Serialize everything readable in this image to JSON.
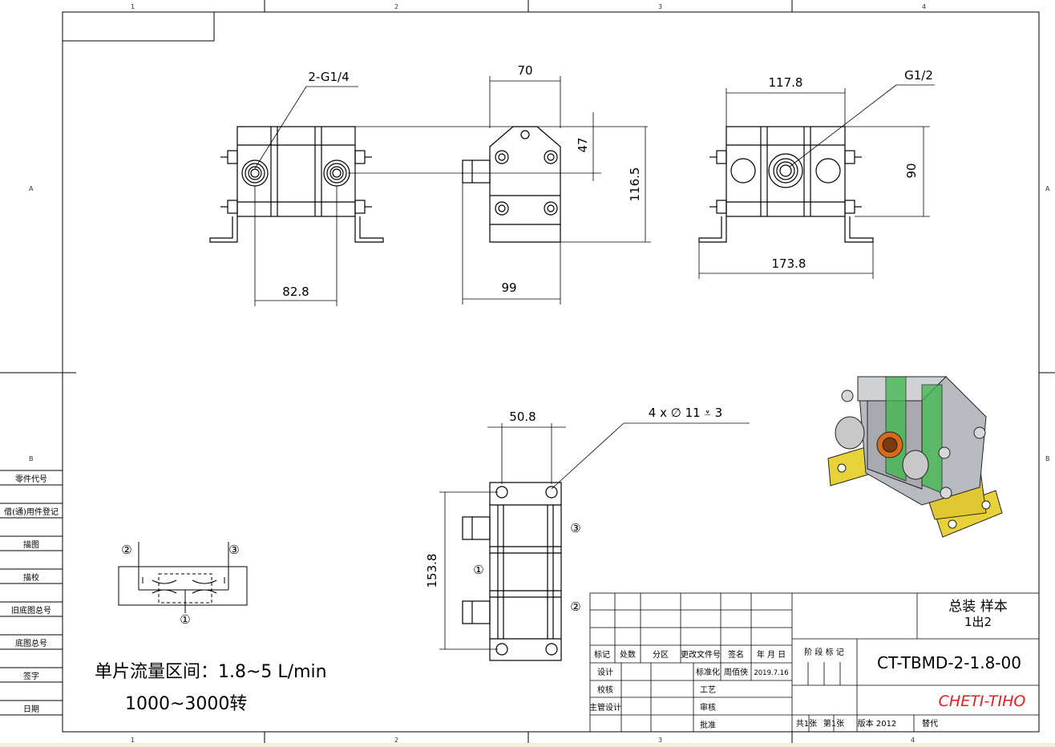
{
  "zone_columns": [
    "1",
    "2",
    "3",
    "4"
  ],
  "zone_rows": [
    "A",
    "B"
  ],
  "left_strip": {
    "labels": [
      "零件代号",
      "借(通)用件登记",
      "描图",
      "描校",
      "旧底图总号",
      "底图总号",
      "签字",
      "日期"
    ]
  },
  "views": {
    "front": {
      "callout": "2-G1/4",
      "dim_bottom": "82.8"
    },
    "side": {
      "dim_top": "70",
      "dim_47": "47",
      "dim_height": "116.5",
      "dim_bottom": "99"
    },
    "back": {
      "callout": "G1/2",
      "dim_top": "117.8",
      "dim_right": "90",
      "dim_bottom": "173.8"
    },
    "bottom": {
      "dim_top": "50.8",
      "callout": "4 x ∅ 11 ⩡ 3",
      "dim_left": "153.8",
      "mark_1": "①",
      "mark_2": "②",
      "mark_3": "③"
    }
  },
  "schematic": {
    "mark_1": "①",
    "mark_2": "②",
    "mark_3": "③"
  },
  "notes": {
    "line1": "单片流量区间：1.8~5 L/min",
    "line2": "1000~3000转"
  },
  "title_block": {
    "row_labels": [
      "标记",
      "处数",
      "分区",
      "更改文件号",
      "签名",
      "年 月 日"
    ],
    "design": "设计",
    "check": "校核",
    "chief_design": "主管设计",
    "standardization": "标准化",
    "signer": "周佰侠",
    "date": "2019.7.16",
    "process": "工艺",
    "review": "审核",
    "approve": "批准",
    "stage_mark": "阶 段 标 记",
    "title_line1": "总装 样本",
    "title_line2": "1出2",
    "drawing_number": "CT-TBMD-2-1.8-00",
    "company": "CHETI-TIHO",
    "sheets_total": "共1张",
    "sheet_no": "第1张",
    "version": "版本 2012",
    "replace": "替代"
  },
  "colors": {
    "line": "#000000",
    "company_red": "#e02020",
    "bracket_yellow": "#e8d23a",
    "clamp_green": "#3cb84a",
    "body_grey": "#a8aab0",
    "port_orange": "#d86a1a"
  }
}
